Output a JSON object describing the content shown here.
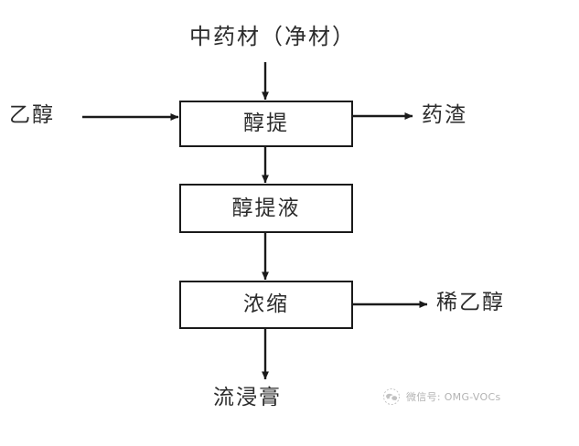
{
  "diagram": {
    "type": "process-flowchart",
    "orientation": "top-to-bottom",
    "background_color": "#ffffff",
    "line_color": "#1a1a1a",
    "text_color": "#2b2b2b",
    "nodes": [
      {
        "id": "herb",
        "kind": "stream-label",
        "label": "中药材（净材）"
      },
      {
        "id": "ethanol",
        "kind": "stream-label",
        "label": "乙醇"
      },
      {
        "id": "extract",
        "kind": "process-box",
        "label": "醇提"
      },
      {
        "id": "residue",
        "kind": "stream-label",
        "label": "药渣"
      },
      {
        "id": "liquid",
        "kind": "process-box",
        "label": "醇提液"
      },
      {
        "id": "concentrate",
        "kind": "process-box",
        "label": "浓缩"
      },
      {
        "id": "dilute",
        "kind": "stream-label",
        "label": "稀乙醇"
      },
      {
        "id": "fluid",
        "kind": "stream-label",
        "label": "流浸膏"
      }
    ],
    "edges": [
      {
        "from": "herb",
        "to": "extract",
        "direction": "down"
      },
      {
        "from": "ethanol",
        "to": "extract",
        "direction": "right"
      },
      {
        "from": "extract",
        "to": "residue",
        "direction": "right"
      },
      {
        "from": "extract",
        "to": "liquid",
        "direction": "down"
      },
      {
        "from": "liquid",
        "to": "concentrate",
        "direction": "down"
      },
      {
        "from": "concentrate",
        "to": "dilute",
        "direction": "right"
      },
      {
        "from": "concentrate",
        "to": "fluid",
        "direction": "down"
      }
    ]
  },
  "watermark": {
    "icon": "wechat-icon",
    "text": "微信号: OMG-VOCs"
  }
}
